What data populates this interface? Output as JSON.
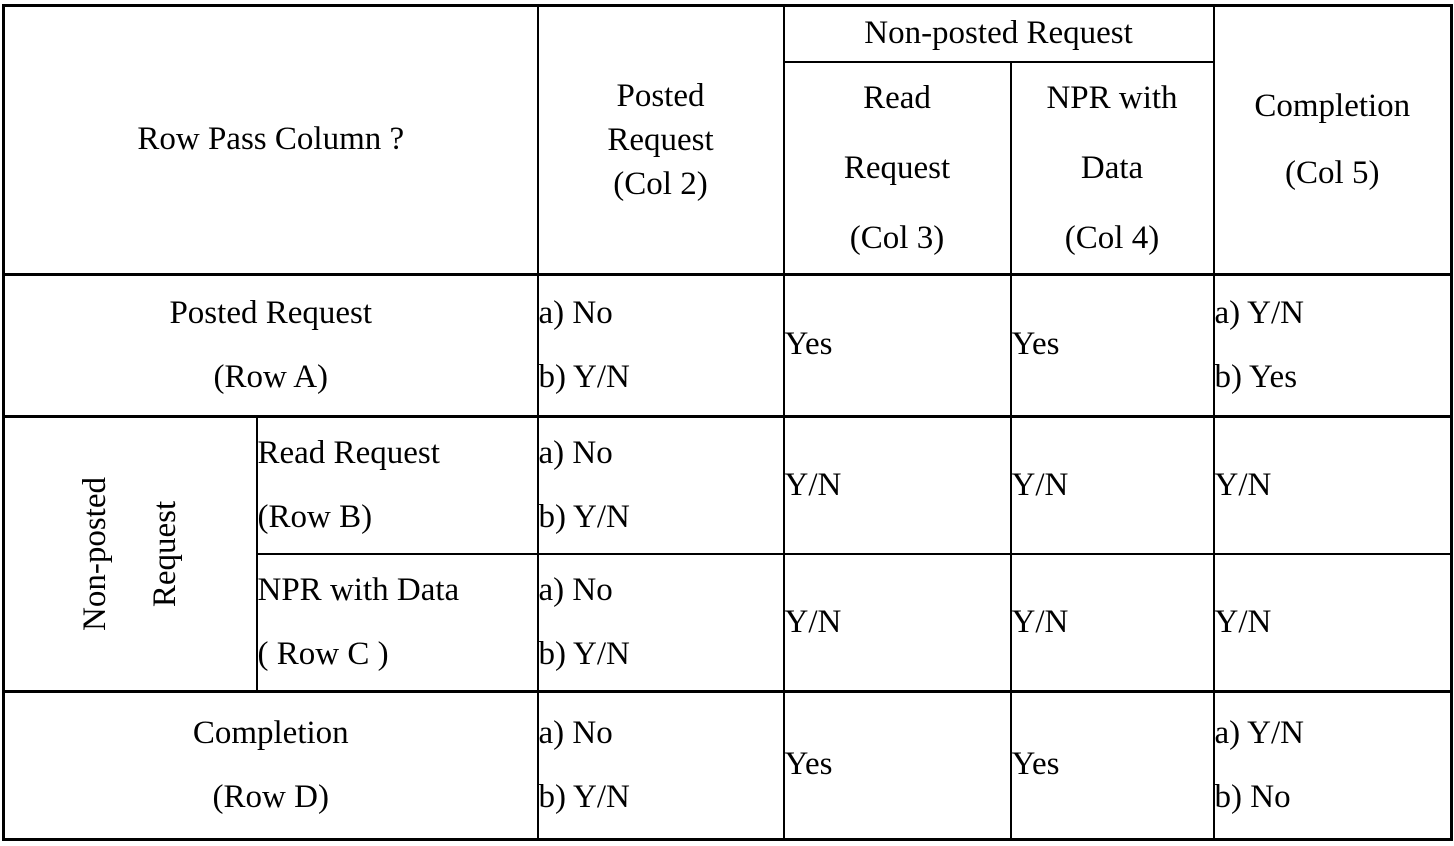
{
  "colors": {
    "background": "#ffffff",
    "border": "#000000",
    "text": "#000000"
  },
  "table": {
    "header": {
      "corner": "Row Pass Column ?",
      "col2_lines": [
        "Posted",
        "Request",
        "(Col 2)"
      ],
      "npr_group": "Non-posted Request",
      "col3_lines": [
        "Read",
        "Request",
        "(Col 3)"
      ],
      "col4_lines": [
        "NPR with",
        "Data",
        "(Col 4)"
      ],
      "col5_lines": [
        "Completion",
        "(Col 5)"
      ]
    },
    "row_group_label_lines": [
      "Non-posted",
      "Request"
    ],
    "rows": [
      {
        "id": "A",
        "label_lines": [
          "Posted Request",
          "(Row A)"
        ],
        "col2_lines": [
          "a) No",
          "b) Y/N"
        ],
        "col3": "Yes",
        "col4": "Yes",
        "col5_lines": [
          "a) Y/N",
          "b) Yes"
        ]
      },
      {
        "id": "B",
        "label_lines": [
          "Read Request",
          "(Row B)"
        ],
        "col2_lines": [
          "a) No",
          "b) Y/N"
        ],
        "col3": "Y/N",
        "col4": "Y/N",
        "col5": "Y/N"
      },
      {
        "id": "C",
        "label_lines": [
          "NPR with Data",
          "( Row C )"
        ],
        "col2_lines": [
          "a) No",
          "b) Y/N"
        ],
        "col3": "Y/N",
        "col4": "Y/N",
        "col5": "Y/N"
      },
      {
        "id": "D",
        "label_lines": [
          "Completion",
          "(Row D)"
        ],
        "col2_lines": [
          "a) No",
          "b) Y/N"
        ],
        "col3": "Yes",
        "col4": "Yes",
        "col5_lines": [
          "a) Y/N",
          "b) No"
        ]
      }
    ]
  }
}
